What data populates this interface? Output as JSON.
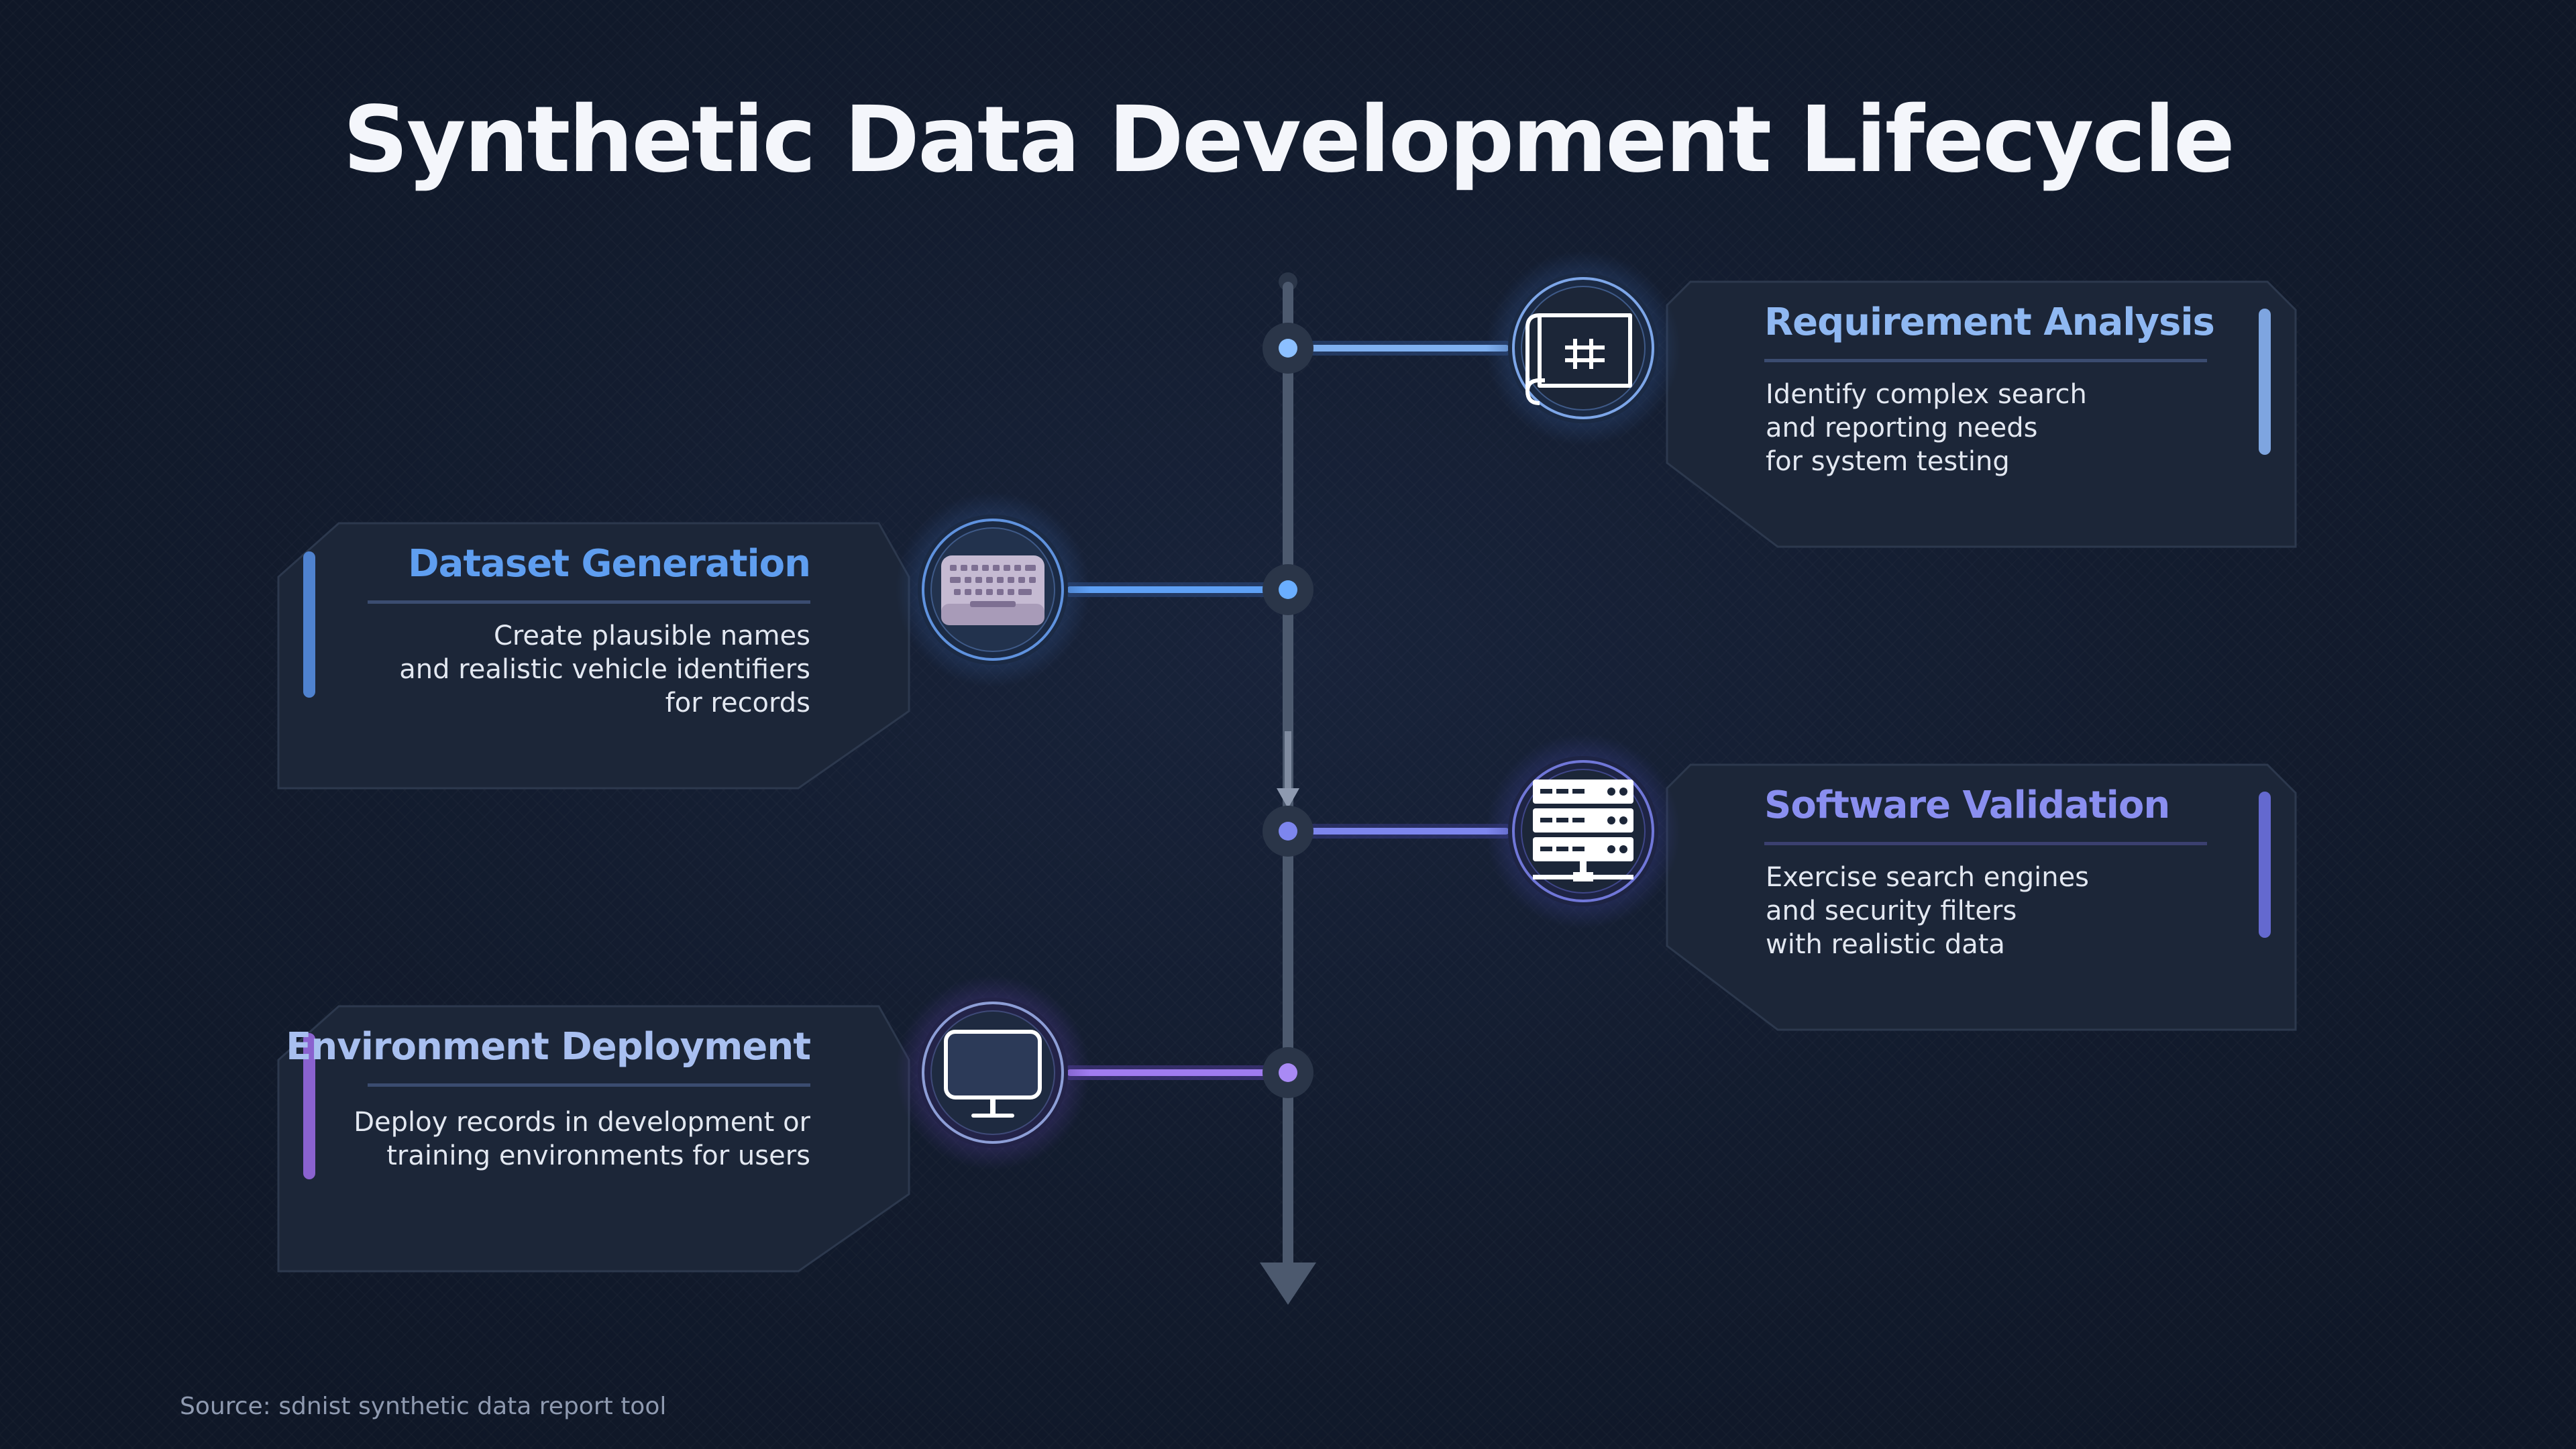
{
  "title": "Synthetic Data Development Lifecycle",
  "source": "Source: sdnist synthetic data report tool",
  "colors": {
    "background": "#131d30",
    "card": "#1c2638",
    "spine": "#4f5d72",
    "blue": "#6aa9f5",
    "indigo": "#7f86ea",
    "purple": "#a57ee8"
  },
  "steps": [
    {
      "title": "Requirement Analysis",
      "icon": "blueprint-icon",
      "description": [
        "Identify complex search",
        "and reporting needs",
        "for system testing"
      ],
      "color": "#8fb8f2"
    },
    {
      "title": "Dataset Generation",
      "icon": "keyboard-icon",
      "description": [
        "Create plausible names",
        "and realistic vehicle identifiers",
        "for records"
      ],
      "color": "#5f9ef0"
    },
    {
      "title": "Software Validation",
      "icon": "server-icon",
      "description": [
        "Exercise search engines",
        "and security filters",
        "with realistic data"
      ],
      "color": "#8a8ff0"
    },
    {
      "title": "Environment Deployment",
      "icon": "monitor-icon",
      "description": [
        "Deploy records in development or",
        "training environments for users"
      ],
      "color": "#a8bff0"
    }
  ]
}
